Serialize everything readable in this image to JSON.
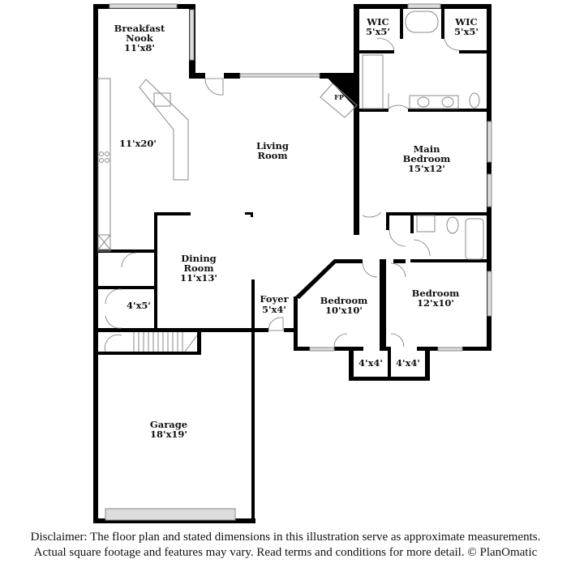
{
  "rooms": {
    "breakfast_nook": {
      "name_1": "Breakfast",
      "name_2": "Nook",
      "dims": "11'x8'"
    },
    "kitchen": {
      "dims": "11'x20'"
    },
    "living_room": {
      "name_1": "Living",
      "name_2": "Room"
    },
    "fireplace": {
      "label": "FP"
    },
    "wic_left": {
      "name": "WIC",
      "dims": "5'x5'"
    },
    "wic_right": {
      "name": "WIC",
      "dims": "5'x5'"
    },
    "main_bedroom": {
      "name_1": "Main",
      "name_2": "Bedroom",
      "dims": "15'x12'"
    },
    "dining_room": {
      "name_1": "Dining",
      "name_2": "Room",
      "dims": "11'x13'"
    },
    "pantry": {
      "dims": "4'x5'"
    },
    "foyer": {
      "name": "Foyer",
      "dims": "5'x4'"
    },
    "bedroom_2": {
      "name": "Bedroom",
      "dims": "10'x10'"
    },
    "bedroom_3": {
      "name": "Bedroom",
      "dims": "12'x10'"
    },
    "closet_1": {
      "dims": "4'x4'"
    },
    "closet_2": {
      "dims": "4'x4'"
    },
    "garage": {
      "name": "Garage",
      "dims": "18'x19'"
    }
  },
  "disclaimer": {
    "line_1": "Disclaimer: The floor plan and stated dimensions in this illustration serve as approximate measurements.",
    "line_2": "Actual square footage and features may vary. Read terms and conditions for more detail. © PlanOmatic"
  },
  "colors": {
    "wall": "#000000",
    "fixture": "#888888",
    "window": "#cccccc"
  }
}
